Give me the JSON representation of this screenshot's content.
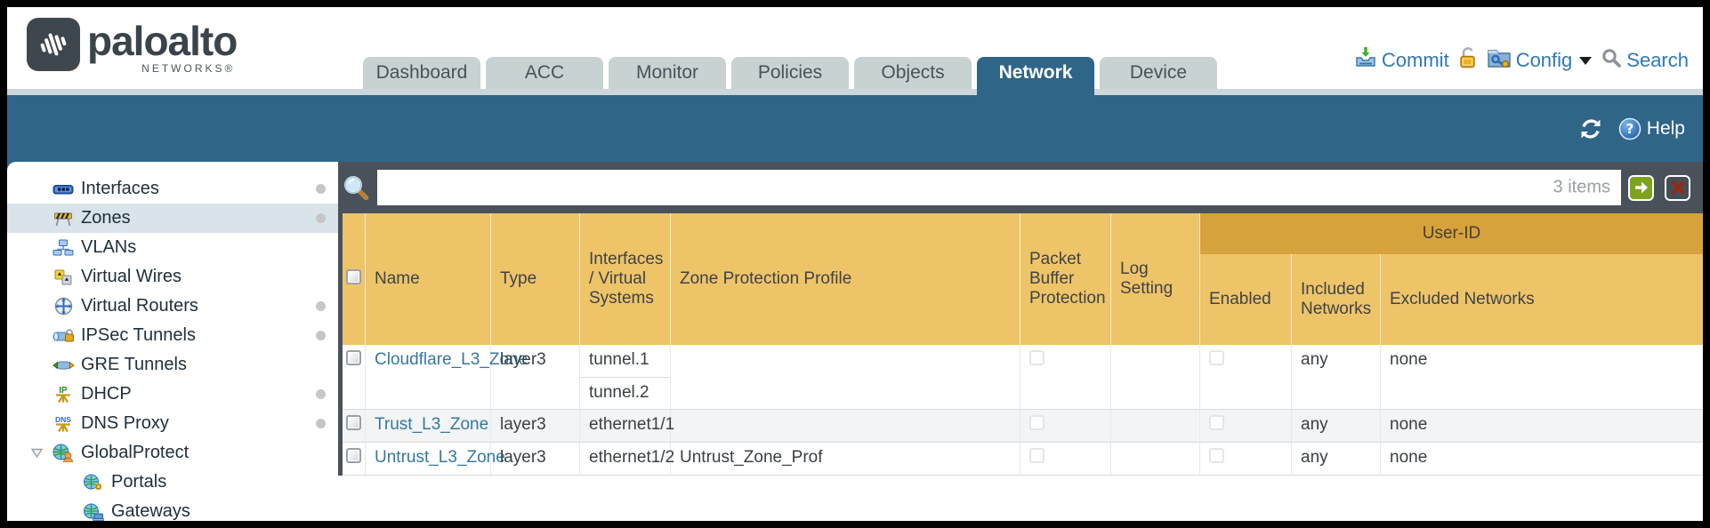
{
  "header": {
    "brand": {
      "name": "paloalto",
      "subtitle": "NETWORKS®",
      "icon": "paloalto-logo-icon"
    },
    "tabs": [
      {
        "label": "Dashboard",
        "active": false
      },
      {
        "label": "ACC",
        "active": false
      },
      {
        "label": "Monitor",
        "active": false
      },
      {
        "label": "Policies",
        "active": false
      },
      {
        "label": "Objects",
        "active": false
      },
      {
        "label": "Network",
        "active": true
      },
      {
        "label": "Device",
        "active": false
      }
    ],
    "actions": {
      "commit_label": "Commit",
      "commit_icon": "commit-icon",
      "lock_icon": "lock-icon",
      "config_label": "Config",
      "config_icon": "config-icon",
      "config_caret_icon": "chevron-down-icon",
      "search_label": "Search",
      "search_icon": "search-icon"
    }
  },
  "toolbar2": {
    "refresh_icon": "refresh-icon",
    "help_icon": "help-icon",
    "help_label": "Help"
  },
  "sidebar": {
    "items": [
      {
        "label": "Interfaces",
        "icon": "interfaces-icon",
        "dot": true
      },
      {
        "label": "Zones",
        "icon": "zones-icon",
        "dot": true,
        "selected": true
      },
      {
        "label": "VLANs",
        "icon": "vlans-icon"
      },
      {
        "label": "Virtual Wires",
        "icon": "virtual-wires-icon"
      },
      {
        "label": "Virtual Routers",
        "icon": "virtual-routers-icon",
        "dot": true
      },
      {
        "label": "IPSec Tunnels",
        "icon": "ipsec-tunnels-icon",
        "dot": true
      },
      {
        "label": "GRE Tunnels",
        "icon": "gre-tunnels-icon"
      },
      {
        "label": "DHCP",
        "icon": "dhcp-icon",
        "dot": true
      },
      {
        "label": "DNS Proxy",
        "icon": "dns-proxy-icon",
        "dot": true
      },
      {
        "label": "GlobalProtect",
        "icon": "globalprotect-icon",
        "expanded": true
      },
      {
        "label": "Portals",
        "icon": "portals-icon",
        "child": true
      },
      {
        "label": "Gateways",
        "icon": "gateways-icon",
        "child": true
      }
    ]
  },
  "filter": {
    "value": "",
    "count_label": "3 items",
    "magnifier_icon": "filter-search-icon",
    "apply_icon": "apply-filter-arrow-icon",
    "clear_icon": "clear-filter-x-icon"
  },
  "table": {
    "group_label": "User-ID",
    "columns": [
      "Name",
      "Type",
      "Interfaces / Virtual Systems",
      "Zone Protection Profile",
      "Packet Buffer Protection",
      "Log Setting",
      "Enabled",
      "Included Networks",
      "Excluded Networks"
    ],
    "rows": [
      {
        "name": "Cloudflare_L3_Zone",
        "type": "layer3",
        "interfaces": [
          "tunnel.1",
          "tunnel.2"
        ],
        "zone_protection_profile": "",
        "packet_buffer_protection": false,
        "log_setting": "",
        "user_id_enabled": false,
        "included_networks": "any",
        "excluded_networks": "none"
      },
      {
        "name": "Trust_L3_Zone",
        "type": "layer3",
        "interfaces": [
          "ethernet1/1"
        ],
        "zone_protection_profile": "",
        "packet_buffer_protection": false,
        "log_setting": "",
        "user_id_enabled": false,
        "included_networks": "any",
        "excluded_networks": "none"
      },
      {
        "name": "Untrust_L3_Zone",
        "type": "layer3",
        "interfaces": [
          "ethernet1/2"
        ],
        "zone_protection_profile": "Untrust_Zone_Prof",
        "packet_buffer_protection": false,
        "log_setting": "",
        "user_id_enabled": false,
        "included_networks": "any",
        "excluded_networks": "none"
      }
    ]
  },
  "colors": {
    "teal_band": "#2f6587",
    "header_amber": "#eec469",
    "user_id_band": "#d7a23c",
    "filter_bar_slate": "#49525b",
    "link_blue": "#35789f",
    "inactive_tab": "#c8d2d3",
    "selected_sidebar": "#d9e3ea",
    "apply_button_green": "#7da21e",
    "clear_x_red": "#9b2713"
  }
}
